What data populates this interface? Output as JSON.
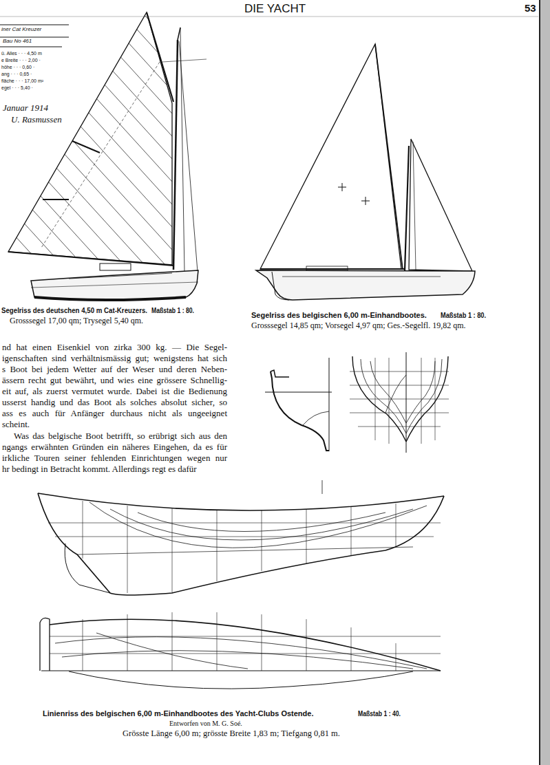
{
  "diagram": {
    "title": "DIE YACHT",
    "labels": [
      "53",
      "iner Cat Kreuzer",
      "Bau No 461",
      "ü. Alles · · · 4,50 m",
      "e Breite · · · 2,00 ·",
      "höhe · · · 0,60 ·",
      "ang · · · 0,65 ·",
      "fläche · · · 17,00 m²",
      "egel · · · 5,40 ·",
      "Januar 1914",
      "U. Rasmussen",
      "Segelriss des deutschen 4,50 m Cat-Kreuzers.",
      "Maßstab 1 : 80.",
      "Grosssegel 17,00 qm; Trysegel 5,40 qm.",
      "Segelriss des belgischen 6,00 m-Einhandbootes.",
      "Maßstab 1 : 80.",
      "Grosssegel 14,85 qm; Vorsegel 4,97 qm; Ges.-Segelfl. 19,82 qm.",
      "nd hat einen Eisenkiel von zirka 300 kg. — Die Segel-",
      "igenschaften sind verhältnismässig gut; wenigstens hat sich",
      "s Boot bei jedem Wetter auf der Weser und deren Neben-",
      "ässern recht gut bewährt, und wies eine grössere Schnellig-",
      "eit auf, als zuerst vermutet wurde. Dabei ist die Bedienung",
      "usserst handig und das Boot als solches absolut sicher, so",
      "ass es auch für Anfänger durchaus nicht als ungeeignet",
      "scheint.",
      "Was das belgische Boot betrifft, so erübrigt sich aus den",
      "ngangs erwähnten Gründen ein näheres Eingehen, da es für",
      "irkliche Touren seiner fehlenden Einrichtungen wegen nur",
      "hr bedingt in Betracht kommt. Allerdings regt es dafür",
      "Linienriss des belgischen 6,00 m-Einhandbootes des Yacht-Clubs Ostende.",
      "Maßstab 1 : 40.",
      "Entworfen von M. G. Soé.",
      "Grösste Länge 6,00 m; grösste Breite 1,83 m; Tiefgang 0,81 m."
    ]
  }
}
